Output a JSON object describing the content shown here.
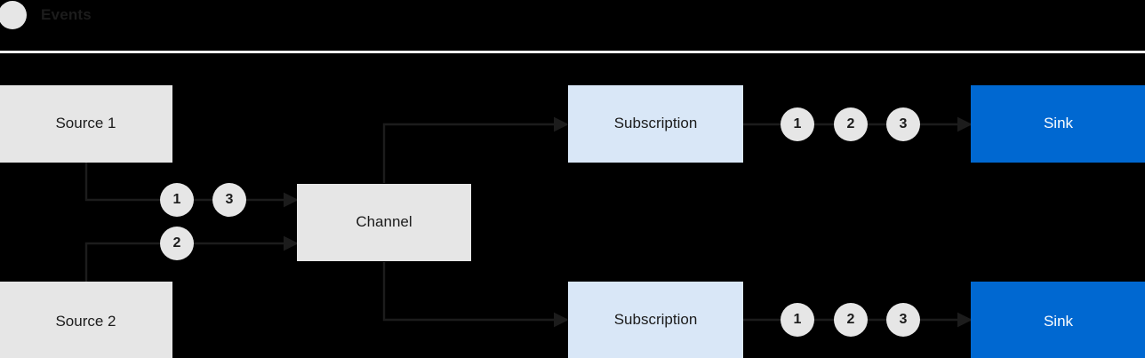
{
  "legend": {
    "marker_icon": "event-token-circle-icon",
    "label": "Events",
    "marker_color": "#E6E6E6"
  },
  "colors": {
    "background": "#000000",
    "source_fill": "#E6E6E6",
    "channel_fill": "#E6E6E6",
    "subscription_fill": "#D9E7F7",
    "sink_fill": "#0068D1",
    "sink_text": "#FFFFFF",
    "token_fill": "#E6E6E6",
    "wire": "#1c1c1c",
    "divider": "#F2F2F2"
  },
  "nodes": {
    "source_1": {
      "label": "Source 1"
    },
    "source_2": {
      "label": "Source 2"
    },
    "channel": {
      "label": "Channel"
    },
    "subscription_top": {
      "label": "Subscription"
    },
    "subscription_bottom": {
      "label": "Subscription"
    },
    "sink_top": {
      "label": "Sink"
    },
    "sink_bottom": {
      "label": "Sink"
    }
  },
  "tokens": {
    "source_1_to_channel": [
      "1",
      "3"
    ],
    "source_2_to_channel": [
      "2"
    ],
    "subscription_top_to_sink": [
      "1",
      "2",
      "3"
    ],
    "subscription_bottom_to_sink": [
      "1",
      "2",
      "3"
    ]
  }
}
